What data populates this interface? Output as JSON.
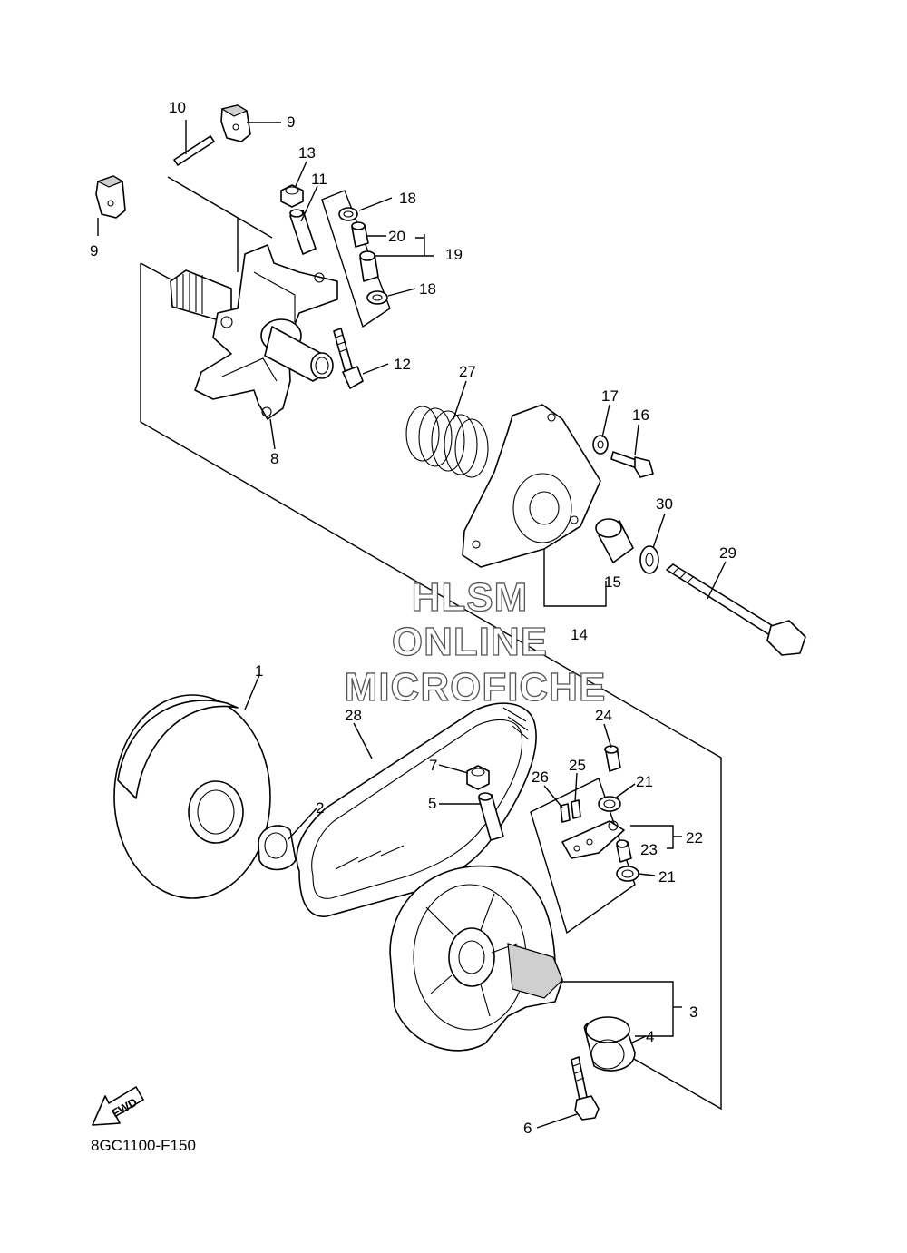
{
  "diagram": {
    "code": "8GC1100-F150",
    "fwd_label": "FWD",
    "watermark": [
      "HLSM",
      "ONLINE",
      "MICROFICHE"
    ],
    "callouts": {
      "c1": "1",
      "c2": "2",
      "c3": "3",
      "c4": "4",
      "c5": "5",
      "c6": "6",
      "c7": "7",
      "c8": "8",
      "c9a": "9",
      "c9b": "9",
      "c10": "10",
      "c11": "11",
      "c12": "12",
      "c13": "13",
      "c14": "14",
      "c15": "15",
      "c16": "16",
      "c17": "17",
      "c18a": "18",
      "c18b": "18",
      "c19": "19",
      "c20": "20",
      "c21a": "21",
      "c21b": "21",
      "c22": "22",
      "c23": "23",
      "c24": "24",
      "c25": "25",
      "c26": "26",
      "c27": "27",
      "c28": "28",
      "c29": "29",
      "c30": "30"
    }
  }
}
